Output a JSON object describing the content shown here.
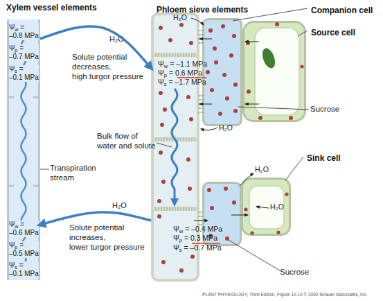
{
  "diagram": {
    "nodes": [
      {
        "text": [
          "Xylem vessel elements"
        ]
      },
      {
        "text": [
          "Phloem sieve elements"
        ]
      },
      {
        "text": [
          "Companion cell"
        ]
      },
      {
        "text": [
          "Source cell"
        ]
      },
      {
        "text": [
          "Sink cell"
        ]
      }
    ],
    "edges": [
      {
        "from": 0,
        "to": 1,
        "label": "H₂O",
        "arrow": "to"
      },
      {
        "from": 1,
        "to": 0,
        "label": "H₂O",
        "arrow": "to"
      }
    ],
    "labels": [
      "Ψw = –0.8 MPa",
      "Ψp = –0.7 MPa",
      "Ψs = –0.1 MPa",
      "Solute potential decreases, high turgor pressure",
      "H₂O",
      "Ψw = –1.1 MPa",
      "Ψp = 0.6 MPa",
      "Ψs = –1.7 MPa",
      "Sucrose",
      "H₂O",
      "Bulk flow of water and solute",
      "Transpiration stream",
      "H₂O",
      "H₂O",
      "Ψw = –0.6 MPa",
      "Ψp = –0.5 MPa",
      "Ψs = –0.1 MPa",
      "Solute potential increases, lower turgor pressure",
      "Ψw = –0.4 MPa",
      "Ψp = 0.3 MPa",
      "Ψs = –0.7 MPa",
      "Sucrose",
      "PLANT PHYSIOLOGY, Third Edition, Figure 10.10 © 2002 Sinauer Associates, Inc."
    ]
  }
}
